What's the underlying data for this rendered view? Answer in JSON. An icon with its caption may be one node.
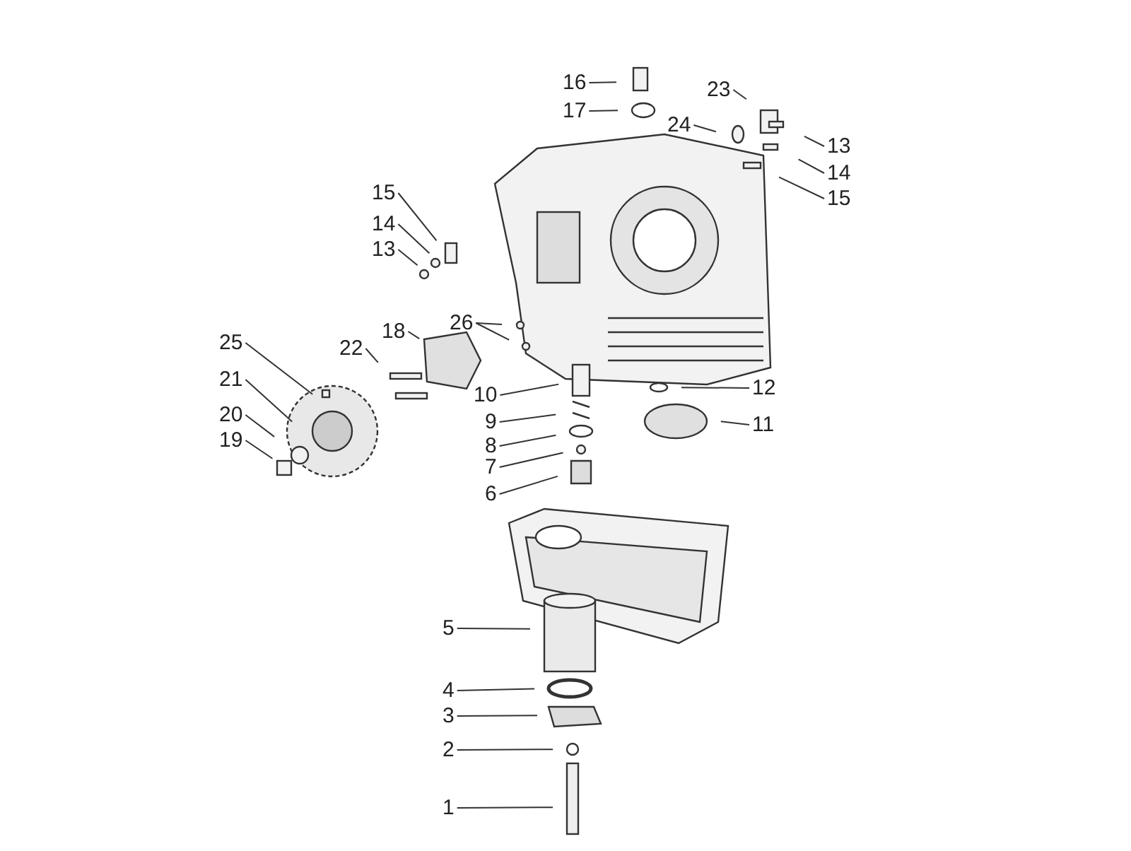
{
  "diagram": {
    "nodes": [
      {
        "text": [
          "16"
        ]
      },
      {
        "text": [
          "17"
        ]
      },
      {
        "text": [
          "23"
        ]
      },
      {
        "text": [
          "24"
        ]
      },
      {
        "text": [
          "13"
        ]
      },
      {
        "text": [
          "14"
        ]
      },
      {
        "text": [
          "15"
        ]
      },
      {
        "text": [
          "15"
        ]
      },
      {
        "text": [
          "14"
        ]
      },
      {
        "text": [
          "13"
        ]
      },
      {
        "text": [
          "18"
        ]
      },
      {
        "text": [
          "26"
        ]
      },
      {
        "text": [
          "25"
        ]
      },
      {
        "text": [
          "22"
        ]
      },
      {
        "text": [
          "21"
        ]
      },
      {
        "text": [
          "12"
        ]
      },
      {
        "text": [
          "10"
        ]
      },
      {
        "text": [
          "20"
        ]
      },
      {
        "text": [
          "9"
        ]
      },
      {
        "text": [
          "11"
        ]
      },
      {
        "text": [
          "19"
        ]
      },
      {
        "text": [
          "8"
        ]
      },
      {
        "text": [
          "7"
        ]
      },
      {
        "text": [
          "6"
        ]
      },
      {
        "text": [
          "5"
        ]
      },
      {
        "text": [
          "4"
        ]
      },
      {
        "text": [
          "3"
        ]
      },
      {
        "text": [
          "2"
        ]
      },
      {
        "text": [
          "1"
        ]
      }
    ],
    "edges": [
      {
        "from": 0,
        "to": null,
        "arrow": "none"
      },
      {
        "from": 1,
        "to": null,
        "arrow": "none"
      },
      {
        "from": 2,
        "to": null,
        "arrow": "none"
      },
      {
        "from": 3,
        "to": null,
        "arrow": "none"
      },
      {
        "from": 4,
        "to": null,
        "arrow": "none"
      },
      {
        "from": 5,
        "to": null,
        "arrow": "none"
      },
      {
        "from": 6,
        "to": null,
        "arrow": "none"
      },
      {
        "from": 7,
        "to": null,
        "arrow": "none"
      },
      {
        "from": 8,
        "to": null,
        "arrow": "none"
      },
      {
        "from": 9,
        "to": null,
        "arrow": "none"
      },
      {
        "from": 10,
        "to": null,
        "arrow": "none"
      },
      {
        "from": 11,
        "to": null,
        "arrow": "none"
      },
      {
        "from": 11,
        "to": null,
        "arrow": "none"
      },
      {
        "from": 12,
        "to": null,
        "arrow": "none"
      },
      {
        "from": 13,
        "to": null,
        "arrow": "none"
      },
      {
        "from": 14,
        "to": null,
        "arrow": "none"
      },
      {
        "from": 15,
        "to": null,
        "arrow": "none"
      },
      {
        "from": 16,
        "to": null,
        "arrow": "none"
      },
      {
        "from": 17,
        "to": null,
        "arrow": "none"
      },
      {
        "from": 18,
        "to": null,
        "arrow": "none"
      },
      {
        "from": 19,
        "to": null,
        "arrow": "none"
      },
      {
        "from": 20,
        "to": null,
        "arrow": "none"
      },
      {
        "from": 21,
        "to": null,
        "arrow": "none"
      },
      {
        "from": 22,
        "to": null,
        "arrow": "none"
      },
      {
        "from": 23,
        "to": null,
        "arrow": "none"
      },
      {
        "from": 24,
        "to": null,
        "arrow": "none"
      },
      {
        "from": 25,
        "to": null,
        "arrow": "none"
      },
      {
        "from": 26,
        "to": null,
        "arrow": "none"
      },
      {
        "from": 27,
        "to": null,
        "arrow": "none"
      },
      {
        "from": 28,
        "to": null,
        "arrow": "none"
      }
    ]
  }
}
